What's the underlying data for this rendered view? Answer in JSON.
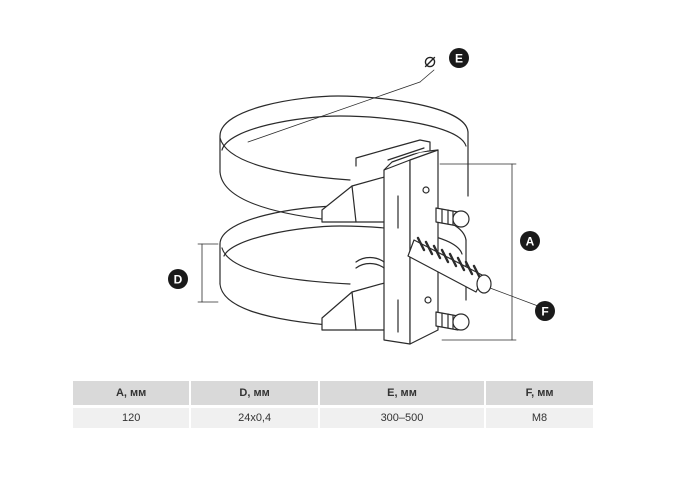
{
  "diagram": {
    "callouts": {
      "a": "A",
      "d": "D",
      "e": "E",
      "f": "F"
    },
    "diameter_symbol": "⌀",
    "colors": {
      "outline": "#2b2b2b",
      "callout_fill": "#1a1a1a",
      "callout_text": "#ffffff"
    }
  },
  "table": {
    "headers": [
      "A, мм",
      "D, мм",
      "E, мм",
      "F, мм"
    ],
    "rows": [
      [
        "120",
        "24x0,4",
        "300–500",
        "M8"
      ]
    ]
  }
}
